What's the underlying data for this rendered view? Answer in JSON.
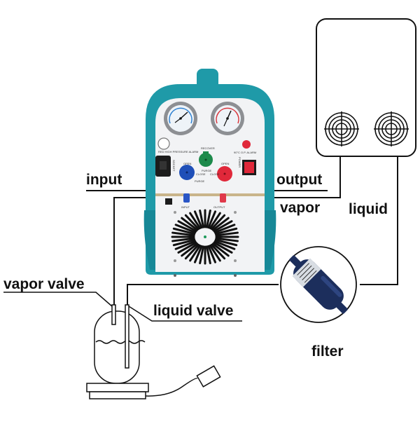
{
  "labels": {
    "input": "input",
    "output": "output",
    "vapor": "vapor",
    "liquid": "liquid",
    "vapor_valve": "vapor valve",
    "liquid_valve": "liquid valve",
    "filter": "filter"
  },
  "machine": {
    "port_input": "INPUT",
    "port_output": "OUTPUT",
    "knob_recover": "RECOVER",
    "knob_purge": "PURGE",
    "open_left": "OPEN",
    "open_right": "OPEN",
    "close_left": "CLOSE",
    "close_right": "CLOSE",
    "purge_bottom": "PURGE",
    "high_pressure_alarm": "RED HIGH PRESSURE ALARM",
    "overload_alarm": "90°C O.P. ALARM",
    "socket": "SOCKET",
    "power": "POWER"
  },
  "colors": {
    "body_teal": "#1f9aa8",
    "panel": "#f2f3f5",
    "knob_blue": "#1f4fb8",
    "knob_green": "#1d8a4b",
    "knob_red": "#e0283a",
    "filter_blue": "#1c2e5c",
    "line": "#111111"
  }
}
